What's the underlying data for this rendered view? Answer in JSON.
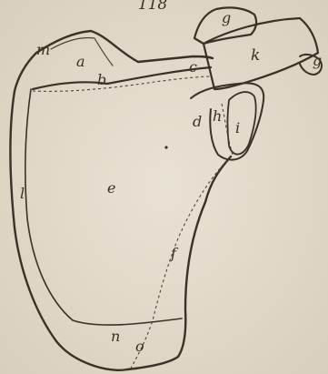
{
  "figure": {
    "number": "118",
    "labels": {
      "a": "a",
      "b": "b",
      "c": "c",
      "d": "d",
      "e": "e",
      "f": "f",
      "g_top": "g",
      "g_right": "g",
      "h": "h",
      "i": "i",
      "k": "k",
      "l": "l",
      "m": "m",
      "n": "n",
      "o": "o"
    }
  },
  "colors": {
    "paper": "#e4dccd",
    "ink": "#3b3128"
  }
}
